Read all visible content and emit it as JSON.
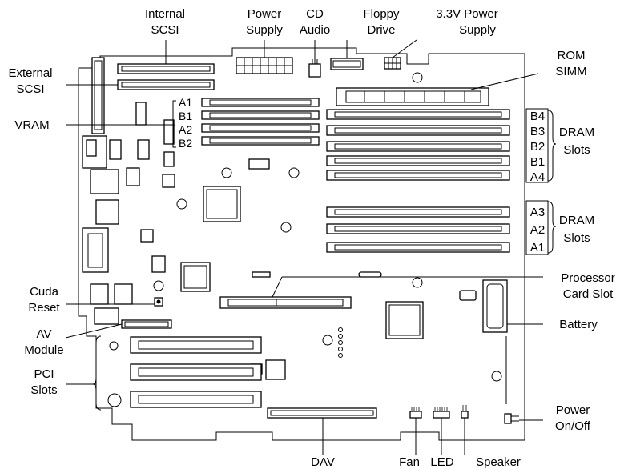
{
  "labels": {
    "internal_scsi": [
      "Internal",
      "SCSI"
    ],
    "power_supply": [
      "Power",
      "Supply"
    ],
    "cd_audio": [
      "CD",
      "Audio"
    ],
    "floppy_drive": [
      "Floppy",
      "Drive"
    ],
    "power_33v": [
      "3.3V Power",
      "Supply"
    ],
    "rom_simm": [
      "ROM",
      "SIMM"
    ],
    "external_scsi": [
      "External",
      "SCSI"
    ],
    "vram": "VRAM",
    "vram_slots": [
      "A1",
      "B1",
      "A2",
      "B2"
    ],
    "dram_upper": [
      "B4",
      "B3",
      "B2",
      "B1",
      "A4"
    ],
    "dram_lower": [
      "A3",
      "A2",
      "A1"
    ],
    "dram_slots_1": [
      "DRAM",
      "Slots"
    ],
    "dram_slots_2": [
      "DRAM",
      "Slots"
    ],
    "cuda_reset": [
      "Cuda",
      "Reset"
    ],
    "av_module": [
      "AV",
      "Module"
    ],
    "pci_slots": [
      "PCI",
      "Slots"
    ],
    "processor_card_slot": [
      "Processor",
      "Card Slot"
    ],
    "battery": "Battery",
    "power_onoff": [
      "Power",
      "On/Off"
    ],
    "dav": "DAV",
    "fan": "Fan",
    "led": "LED",
    "speaker": "Speaker"
  }
}
